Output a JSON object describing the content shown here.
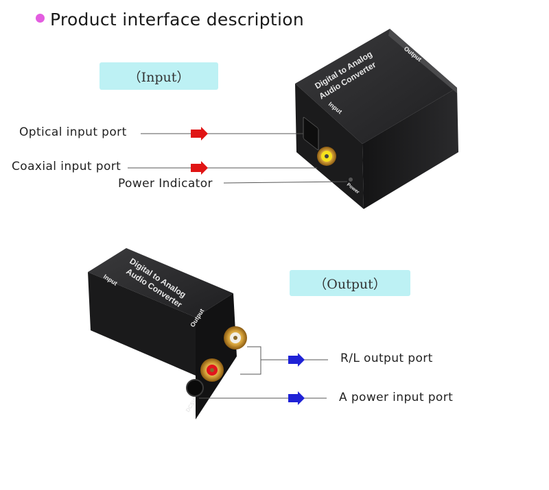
{
  "title": "Product interface description",
  "tags": {
    "input": "（Input）",
    "output": "（Output）"
  },
  "labels": {
    "optical": "Optical input port",
    "coaxial": "Coaxial input port",
    "power_indicator": "Power Indicator",
    "rl_output": "R/L output port",
    "power_input": "A power input port"
  },
  "device": {
    "name_line1": "Digital  to Analog",
    "name_line2": "Audio Converter",
    "face_input": "Input",
    "face_output": "Output",
    "port_dc": "DC5V",
    "port_power": "Power"
  },
  "colors": {
    "input_arrow": "#e01414",
    "output_arrow": "#1f22d6",
    "tag_bg": "#bdf1f4",
    "bullet": "#e35de0"
  }
}
